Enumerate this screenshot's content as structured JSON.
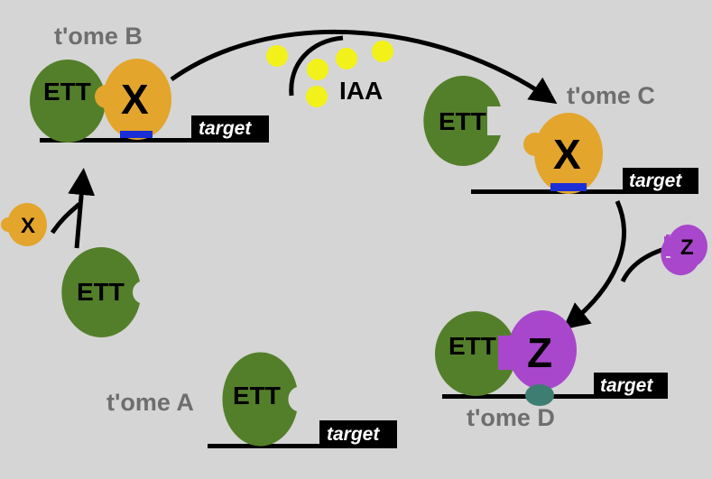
{
  "labels": {
    "tome_a": "t'ome A",
    "tome_b": "t'ome B",
    "tome_c": "t'ome C",
    "tome_d": "t'ome D",
    "iaa": "IAA",
    "ett": "ETT",
    "target": "target",
    "x": "X",
    "z": "Z"
  },
  "colors": {
    "background": "#d5d5d5",
    "ett": "#547f2a",
    "x_protein": "#e3a52c",
    "z_protein": "#a847cc",
    "iaa_dot": "#f2f21a",
    "binding_site": "#1b2fd6",
    "teal_bump": "#3e7d72"
  }
}
